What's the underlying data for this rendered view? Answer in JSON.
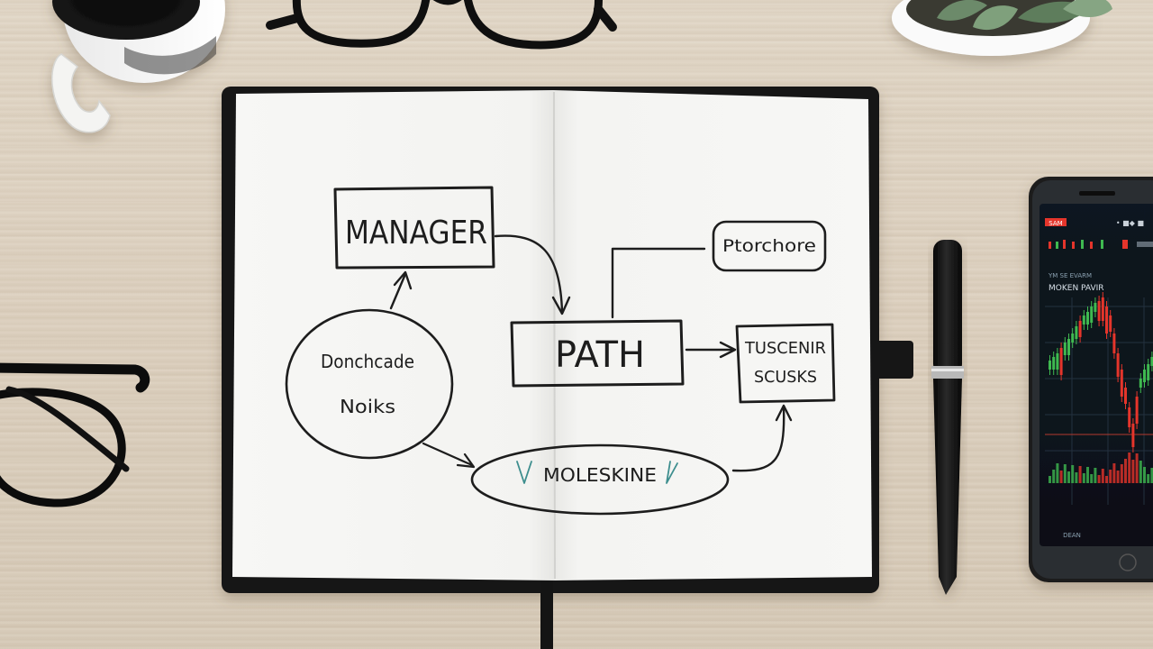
{
  "diagram": {
    "nodes": {
      "manager": "MANAGER",
      "path": "PATH",
      "top_right": "Ptorchore",
      "right_box_line1": "TUSCENIR",
      "right_box_line2": "SCUSKS",
      "circle_line1": "Donchcade",
      "circle_line2": "Noiks",
      "ellipse": "MOLESKINE"
    },
    "edges": [
      {
        "from": "circle",
        "to": "manager"
      },
      {
        "from": "manager",
        "to": "path"
      },
      {
        "from": "path",
        "to": "top_right"
      },
      {
        "from": "path",
        "to": "right_box"
      },
      {
        "from": "circle",
        "to": "ellipse"
      },
      {
        "from": "ellipse",
        "to": "right_box"
      }
    ]
  },
  "phone": {
    "header_left": "SAM",
    "header_right": "• ■◆ ■",
    "ticker_label": "YM SE EVARM",
    "ticker_title": "MOKEN PAVIR",
    "footer": "DEAN",
    "chart_colors": {
      "up": "#3fb950",
      "down": "#e5352b"
    }
  },
  "colors": {
    "desk": "#ddd2c2",
    "page": "#f6f6f4",
    "ink": "#1d1d1d",
    "ellipse_accent": "#3d8e8e"
  }
}
